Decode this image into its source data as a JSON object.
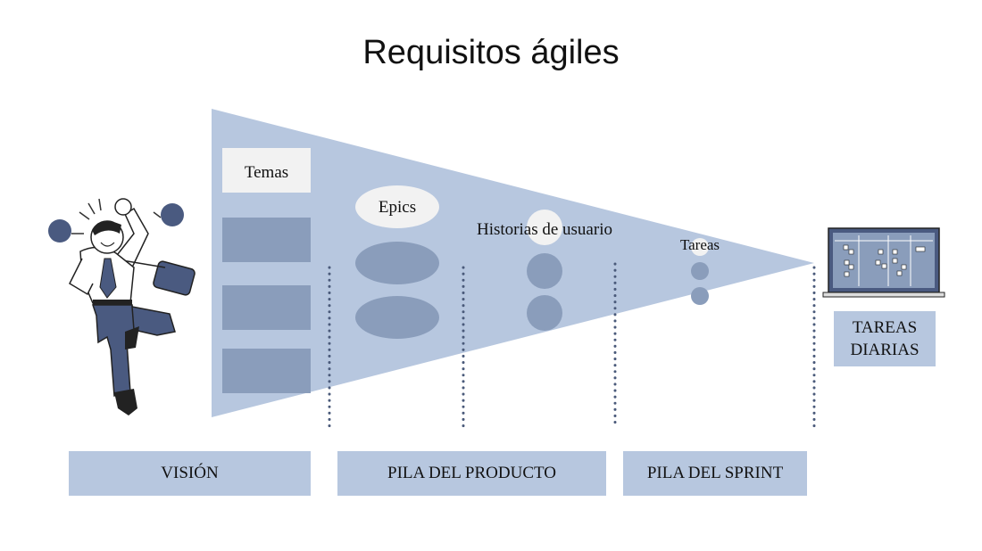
{
  "title": "Requisitos ágiles",
  "funnel": {
    "temas": "Temas",
    "epics": "Epics",
    "historias": "Historias de usuario",
    "tareas": "Tareas"
  },
  "stages": {
    "vision": "VISIÓN",
    "pila_producto": "PILA DEL PRODUCTO",
    "pila_sprint": "PILA DEL SPRINT"
  },
  "tareas_diarias": {
    "line1": "TAREAS",
    "line2": "DIARIAS"
  },
  "colors": {
    "funnel": "#b7c7df",
    "shape": "#8a9dbb",
    "dots": "#4a5a7a",
    "light": "#f2f2f2",
    "figure": "#4a5a80"
  },
  "icons": [
    "businessman-jumping-illustration",
    "laptop-kanban-icon"
  ]
}
